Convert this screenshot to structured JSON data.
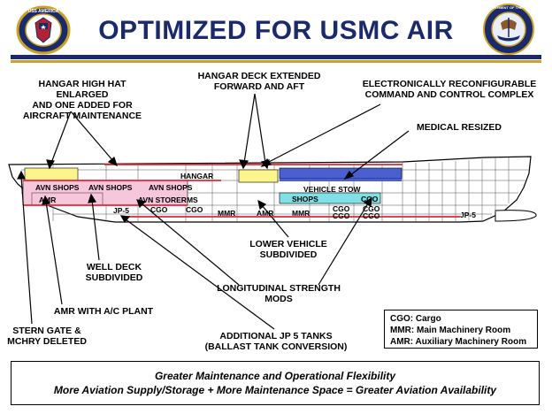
{
  "title": "OPTIMIZED FOR USMC AIR",
  "left_seal": {
    "text": "USS AMERICA"
  },
  "right_seal": {
    "text": "DEPARTMENT OF THE NAVY"
  },
  "callouts": {
    "hangar_high_hat": "HANGAR HIGH HAT ENLARGED\nAND ONE ADDED FOR\nAIRCRAFT MAINTENANCE",
    "hangar_extended": "HANGAR DECK EXTENDED\nFORWARD AND AFT",
    "c2_complex": "ELECTRONICALLY RECONFIGURABLE\nCOMMAND AND CONTROL COMPLEX",
    "medical": "MEDICAL RESIZED",
    "lower_vehicle": "LOWER VEHICLE\nSUBDIVIDED",
    "well_deck": "WELL DECK\nSUBDIVIDED",
    "longitudinal": "LONGITUDINAL STRENGTH\nMODS",
    "amr_ac": "AMR WITH A/C PLANT",
    "stern_gate": "STERN GATE &\nMCHRY DELETED",
    "jp5_tanks": "ADDITIONAL JP 5 TANKS\n(BALLAST TANK CONVERSION)"
  },
  "ship_labels": {
    "hangar": "HANGAR",
    "avn_shops_1": "AVN SHOPS",
    "avn_shops_2": "AVN SHOPS",
    "avn_shops_3": "AVN SHOPS",
    "amr_aft": "AMR",
    "avn_storerms": "AVN STORERMS",
    "jp5_aft": "JP-5",
    "cgo_1": "CGO",
    "cgo_2": "CGO",
    "mmr_1": "MMR",
    "amr_mid": "AMR",
    "mmr_2": "MMR",
    "vehicle_stow": "VEHICLE STOW",
    "shops": "SHOPS",
    "cgo_3": "CGO",
    "cgo_4": "CGO",
    "cgo_5": "CGO",
    "cgo_6": "CGO",
    "cgo_7": "CGO",
    "jp5_fwd": "JP-5"
  },
  "legend": {
    "cgo": "CGO: Cargo",
    "mmr": "MMR: Main Machinery Room",
    "amr": "AMR: Auxiliary Machinery Room"
  },
  "footer": {
    "line1": "Greater Maintenance and Operational Flexibility",
    "line2": "More Aviation Supply/Storage + More Maintenance Space = Greater Aviation Availability"
  },
  "colors": {
    "navy": "#1b2a6b",
    "gold": "#c9a227",
    "pink": "#f6c6da",
    "yellow": "#fbf58c",
    "blue": "#4a5fd0",
    "teal": "#7fe0e6",
    "red": "#e32636"
  }
}
